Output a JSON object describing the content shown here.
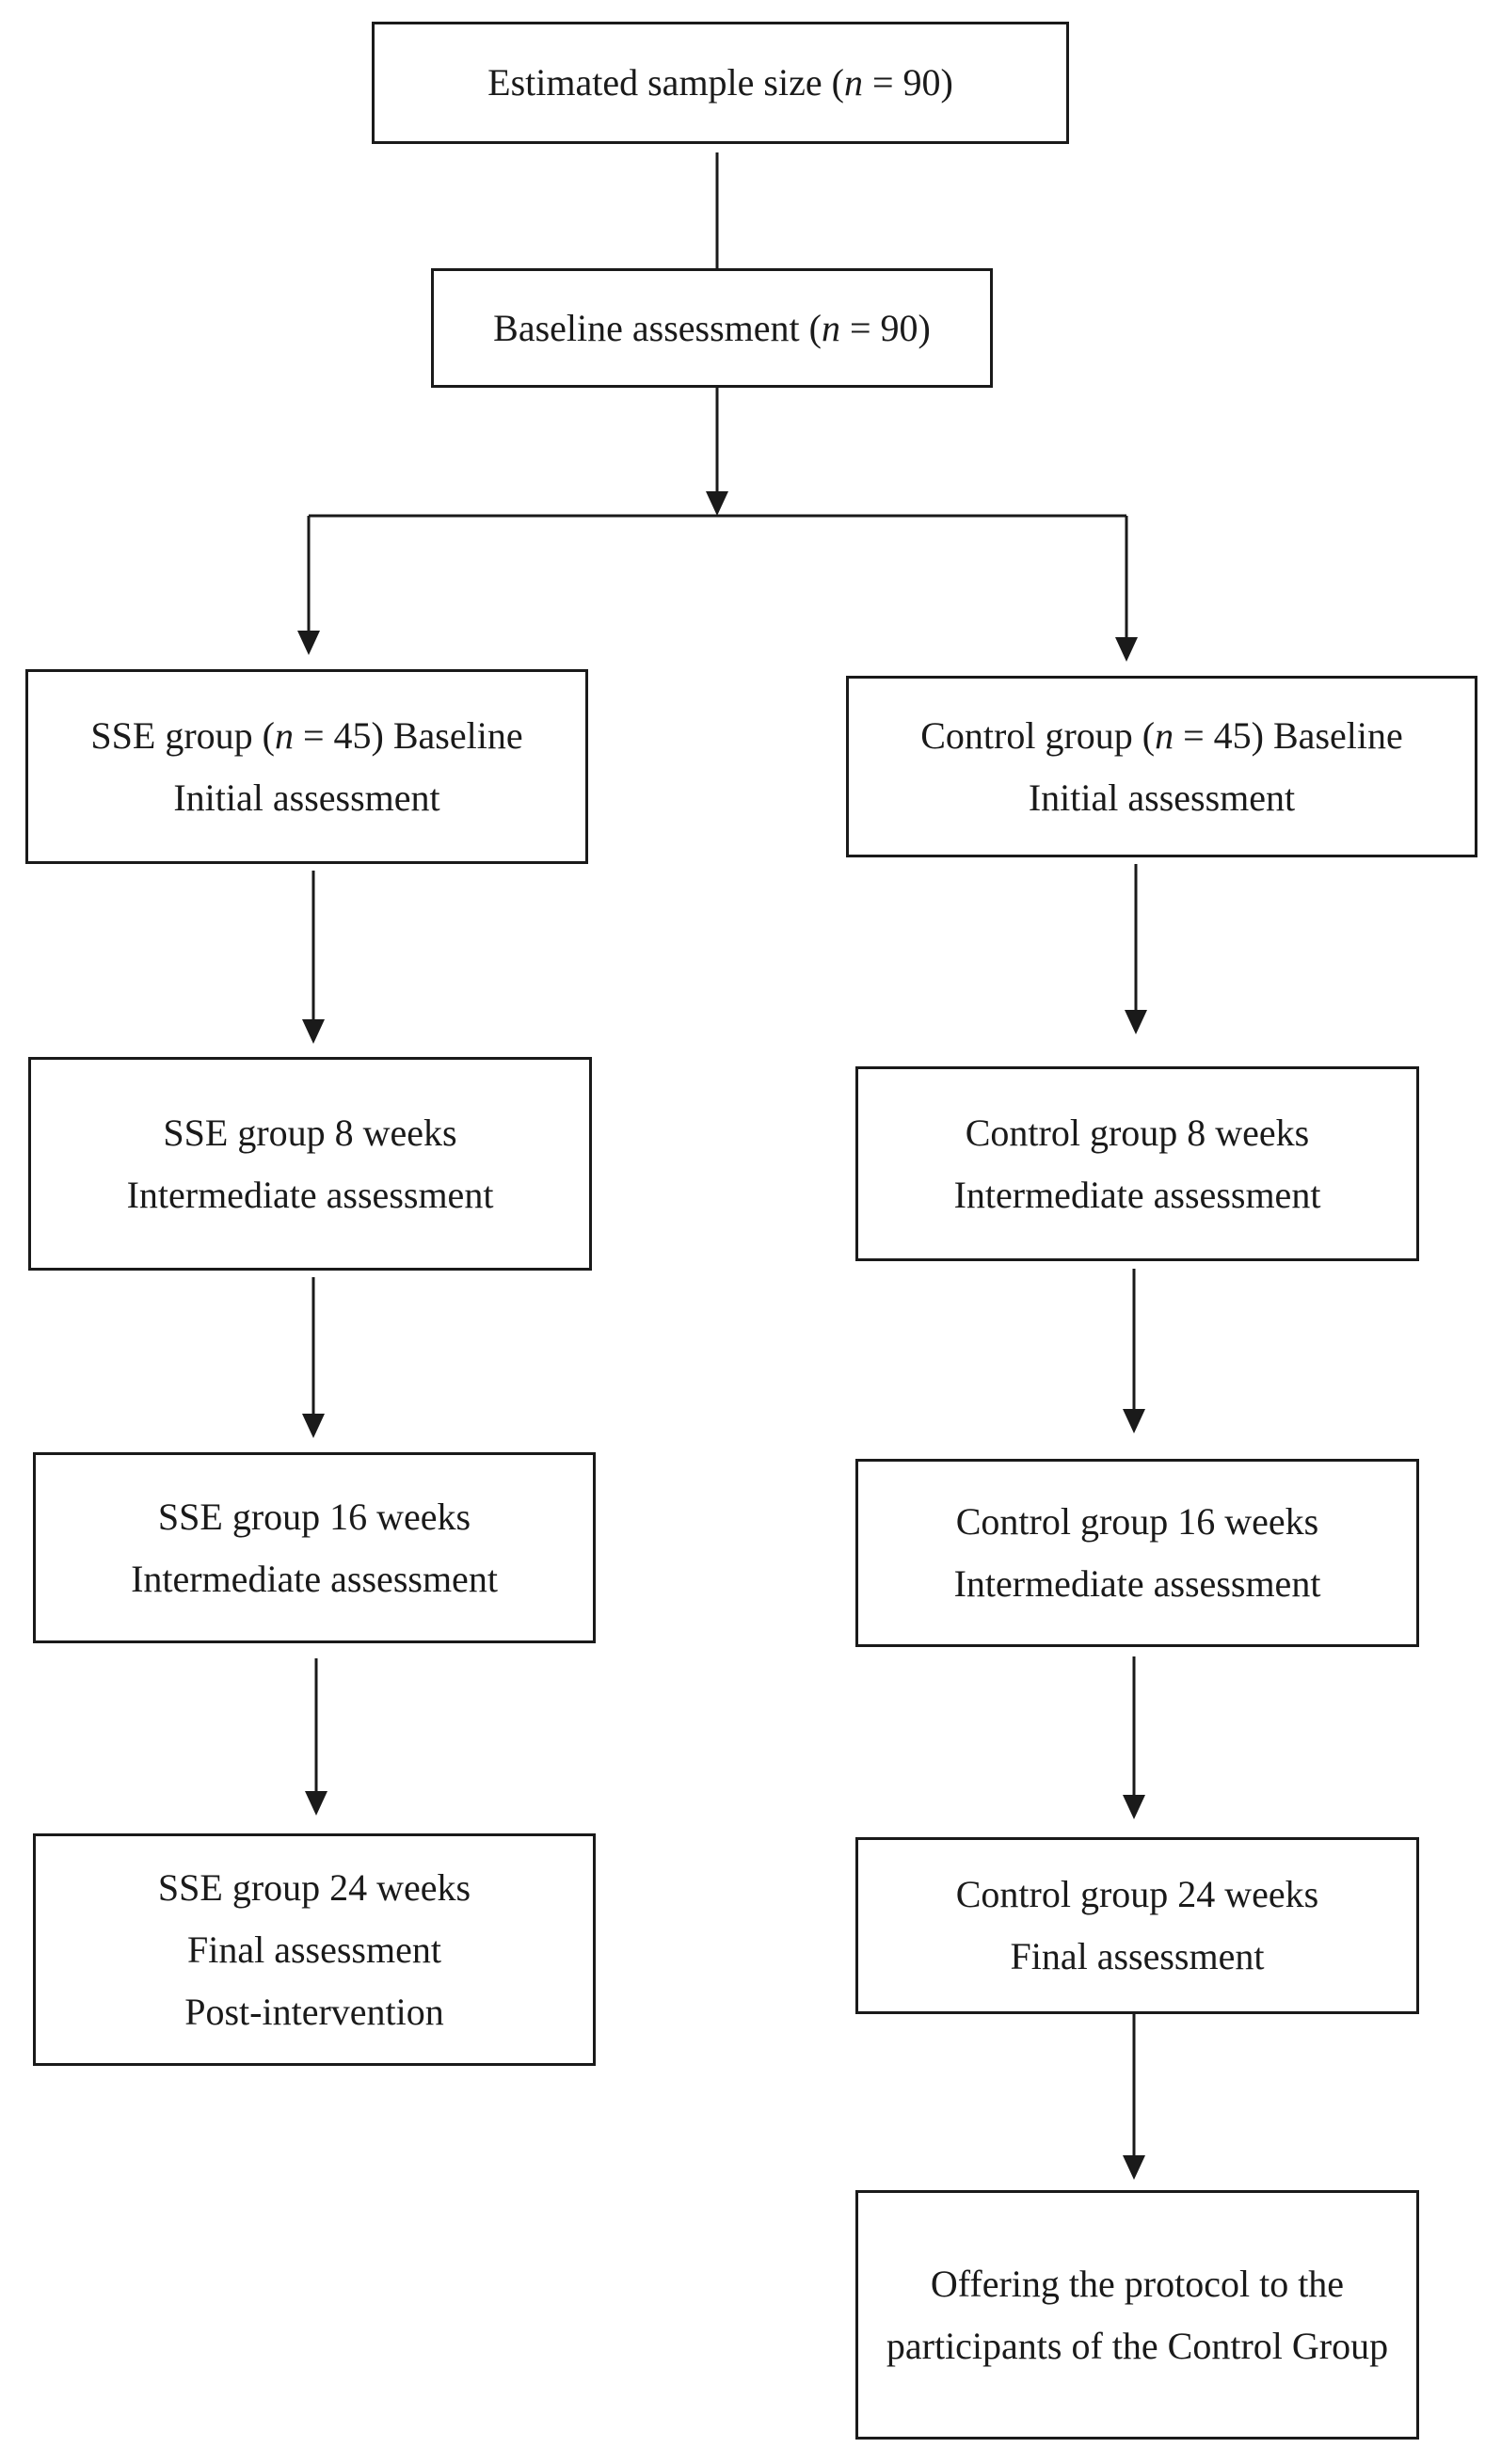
{
  "nodes": {
    "sample_size": {
      "prefix": "Estimated sample size (",
      "n_symbol": "n",
      "suffix": " = 90)"
    },
    "baseline": {
      "prefix": "Baseline assessment (",
      "n_symbol": "n",
      "suffix": " = 90)"
    },
    "sse_initial": {
      "prefix": "SSE group (",
      "n_symbol": "n",
      "suffix": " = 45) Baseline",
      "line2": "Initial assessment"
    },
    "control_initial": {
      "prefix": "Control group (",
      "n_symbol": "n",
      "suffix": " = 45) Baseline",
      "line2": "Initial assessment"
    },
    "sse_8": {
      "line1": "SSE group 8 weeks",
      "line2": "Intermediate assessment"
    },
    "control_8": {
      "line1": "Control group 8 weeks",
      "line2": "Intermediate assessment"
    },
    "sse_16": {
      "line1": "SSE group 16 weeks",
      "line2": "Intermediate assessment"
    },
    "control_16": {
      "line1": "Control group 16 weeks",
      "line2": "Intermediate assessment"
    },
    "sse_24": {
      "line1": "SSE group 24 weeks",
      "line2": "Final assessment",
      "line3": "Post-intervention"
    },
    "control_24": {
      "line1": "Control group 24 weeks",
      "line2": "Final assessment"
    },
    "offer": {
      "text": "Offering the protocol to the participants of the Control Group"
    }
  },
  "colors": {
    "stroke": "#1a1a1a",
    "background": "#ffffff"
  }
}
